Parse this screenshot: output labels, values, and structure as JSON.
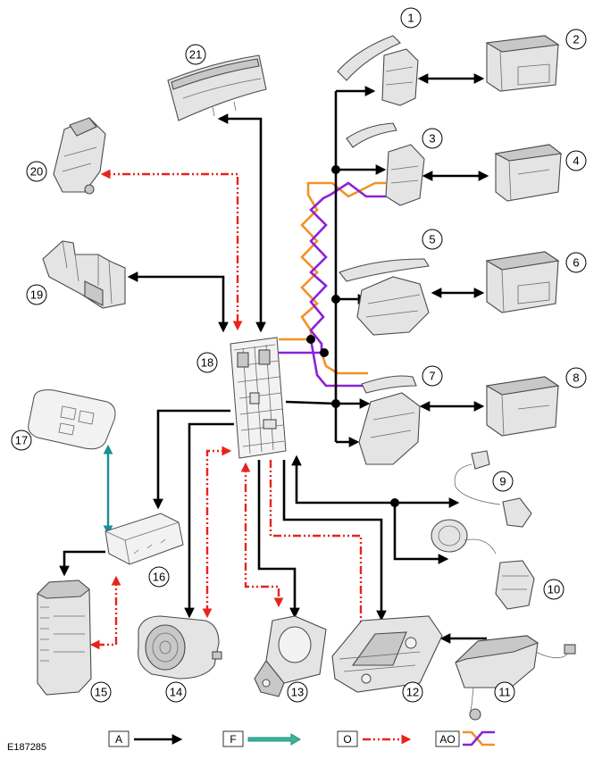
{
  "figure_id": "E187285",
  "callouts": [
    "1",
    "2",
    "3",
    "4",
    "5",
    "6",
    "7",
    "8",
    "9",
    "10",
    "11",
    "12",
    "13",
    "14",
    "15",
    "16",
    "17",
    "18",
    "19",
    "20",
    "21"
  ],
  "legend": {
    "a": {
      "label": "A",
      "color": "#000000"
    },
    "f": {
      "label": "F",
      "color": "#1a8f95"
    },
    "o": {
      "label": "O",
      "color": "#e8231c"
    },
    "ao": {
      "label": "AO",
      "colors": [
        "#f39224",
        "#8b22d6"
      ]
    }
  }
}
